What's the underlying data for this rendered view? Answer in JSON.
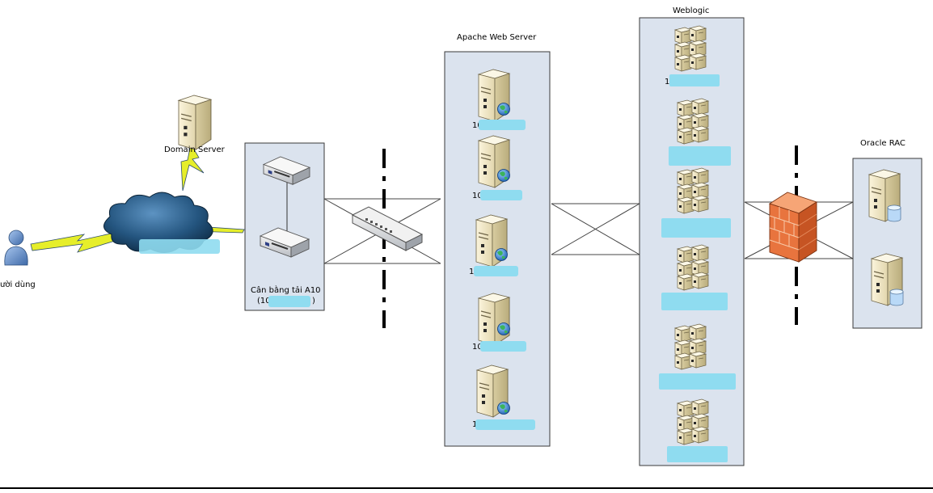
{
  "labels": {
    "user": "ười dùng",
    "domain_server": "Domain Server",
    "load_balancer": "Cân bằng tải A10",
    "lb_ip_prefix": "(10",
    "lb_ip_suffix": ")",
    "apache": "Apache Web Server",
    "weblogic": "Weblogic",
    "oracle": "Oracle RAC"
  },
  "apache_ip_prefixes": [
    "10",
    "10",
    "1",
    "10",
    "1"
  ],
  "weblogic_ip_prefixes": [
    "1",
    "",
    "",
    "",
    "",
    ""
  ],
  "colors": {
    "panel_fill": "#dbe3ee",
    "panel_stroke": "#3a3a3a",
    "redaction": "#8fdcf0",
    "lightning": "#e6ee2a",
    "firewall": "#e8743e",
    "cloud": "#1f4f78"
  },
  "icons": [
    "user-icon",
    "cloud-icon",
    "server-icon",
    "switch-icon",
    "firewall-icon",
    "database-icon"
  ]
}
